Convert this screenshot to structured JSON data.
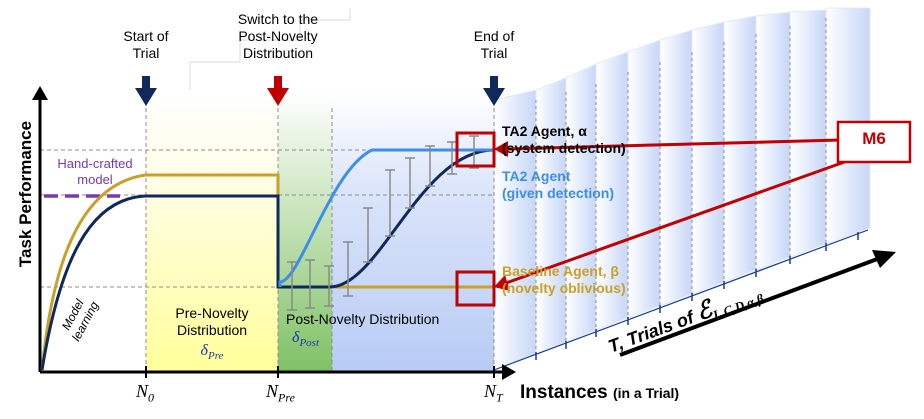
{
  "diagram": {
    "y_axis_label": "Task Performance",
    "x_axis_label_main": "Instances",
    "x_axis_label_sub": "(in a Trial)",
    "trials_axis_label": "T, Trials of ",
    "trials_symbol": "ℰ",
    "trials_subscript": "L,C,D,α,β",
    "tick_n0_main": "N",
    "tick_n0_sub": "0",
    "tick_npre_main": "N",
    "tick_npre_sub": "Pre",
    "tick_nt_main": "N",
    "tick_nt_sub": "T",
    "start_trial": [
      "Start of",
      "Trial"
    ],
    "switch_dist": [
      "Switch to the",
      "Post-Novelty",
      "Distribution"
    ],
    "end_trial": [
      "End of",
      "Trial"
    ],
    "hand_crafted": [
      "Hand-crafted",
      "model"
    ],
    "model_learning": [
      "Model",
      "learning"
    ],
    "pre_novelty": [
      "Pre-Novelty",
      "Distribution"
    ],
    "delta_pre_main": "δ",
    "delta_pre_sub": "Pre",
    "post_novelty": "Post-Novelty Distribution",
    "delta_post_main": "δ",
    "delta_post_sub": "Post",
    "ta2_system": [
      "TA2 Agent, α",
      "(system detection)"
    ],
    "ta2_given": [
      "TA2 Agent",
      "(given detection)"
    ],
    "baseline": [
      "Baseline Agent, β",
      "(novelty oblivious)"
    ],
    "metric_box": "M6"
  },
  "colors": {
    "navy": "#10285a",
    "blue": "#3c8ee6",
    "gold": "#c8a02a",
    "purple": "#7a3aa8",
    "red": "#c00000",
    "pre_yellow": "#ffff9e",
    "post_green": "#84c66c",
    "post_blue": "#c7d6f7"
  }
}
